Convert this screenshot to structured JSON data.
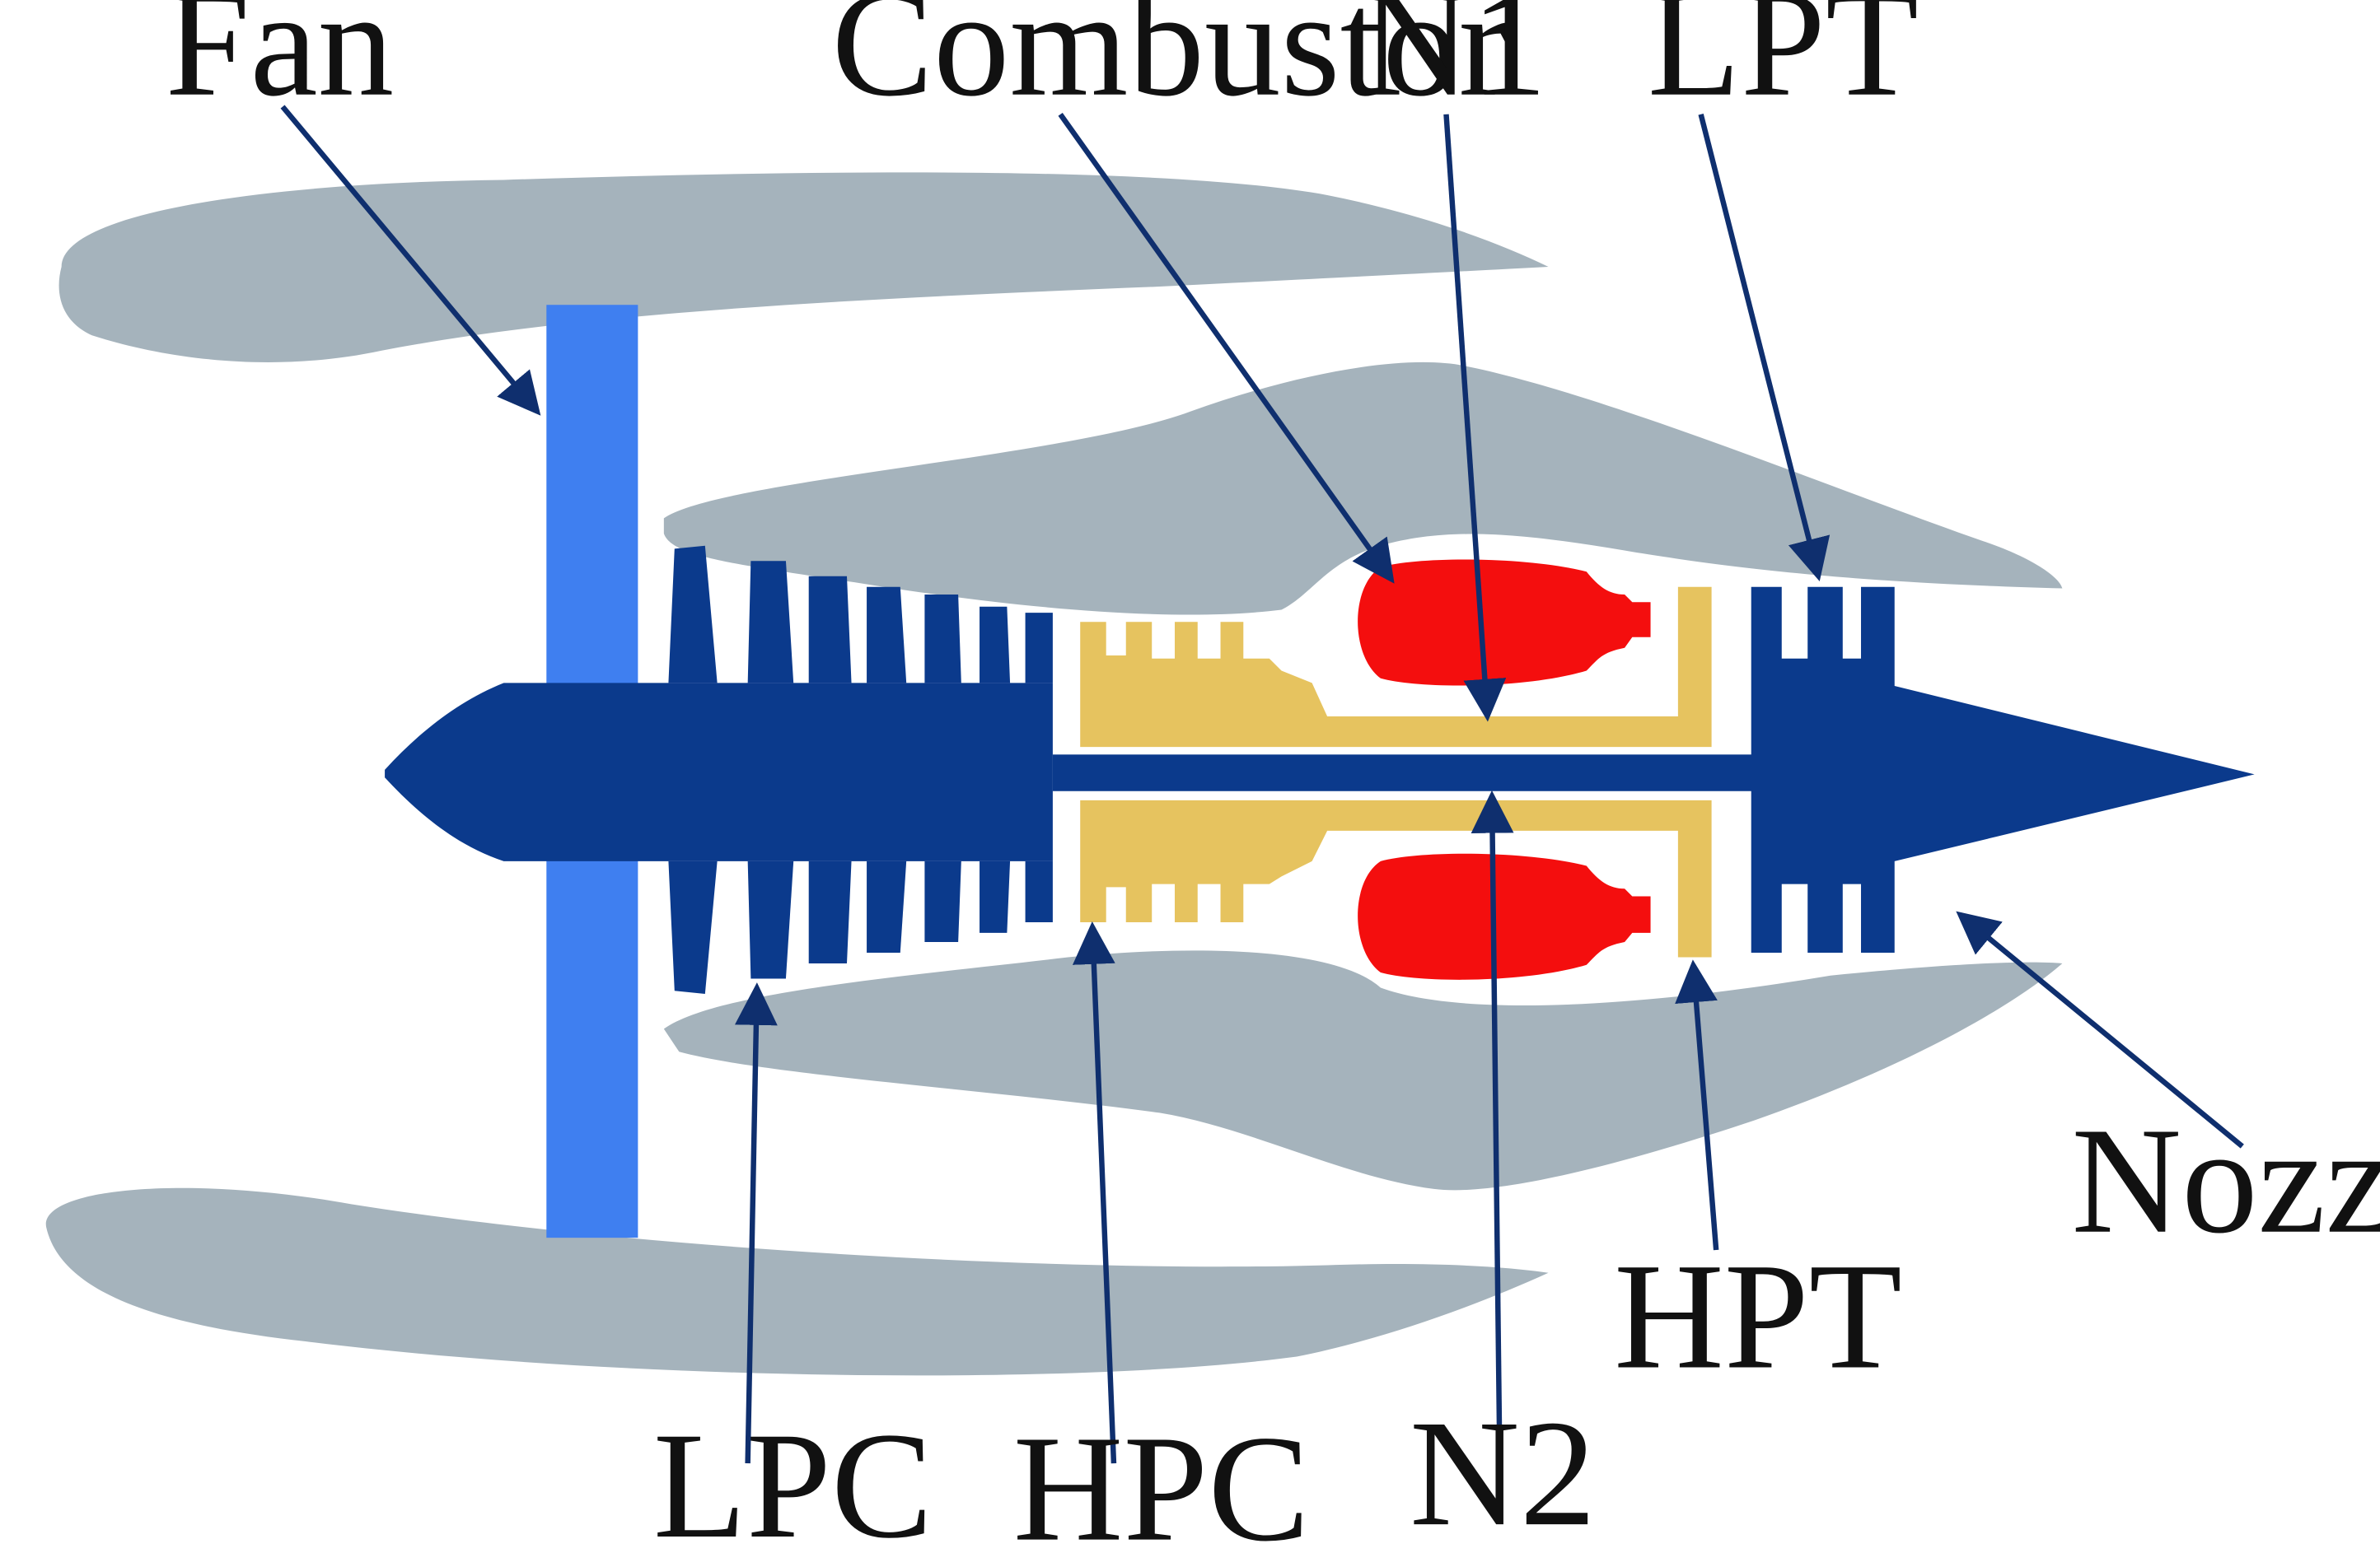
{
  "labels": {
    "fan": "Fan",
    "combustor": "Combustor",
    "n1": "N1",
    "lpt": "LPT",
    "nozzle": "Nozzle",
    "hpt": "HPT",
    "lpc": "LPC",
    "hpc": "HPC",
    "n2": "N2"
  },
  "colors": {
    "nacelle": "#a5b3bc",
    "fan": "#3f7ff0",
    "low_spool": "#0b3a8c",
    "high_spool": "#e6c35f",
    "combustor": "#f40e0e",
    "leader": "#0f2f6e"
  }
}
